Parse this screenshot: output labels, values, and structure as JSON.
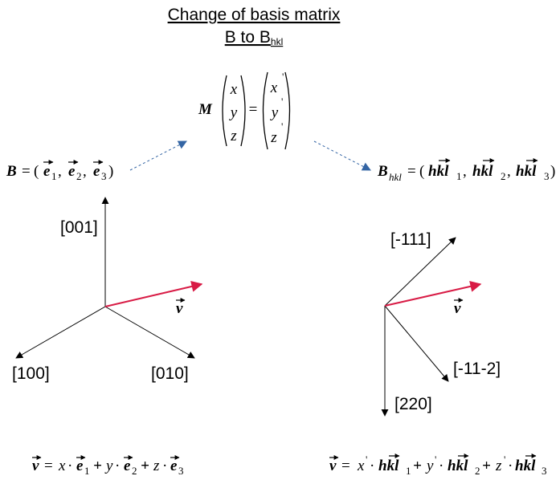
{
  "title": {
    "line1": "Change of basis matrix",
    "line2_main": "B to B",
    "line2_sub": "hkl"
  },
  "equations": {
    "matrix": {
      "M": "M",
      "x": "x",
      "y": "y",
      "z": "z",
      "xp": "x",
      "yp": "y",
      "zp": "z",
      "prime": "'",
      "eq": "="
    },
    "basis_left": {
      "B": "B",
      "eq": "=",
      "open": "(",
      "close": ")",
      "e": "e",
      "sub1": "1",
      "sub2": "2",
      "sub3": "3",
      "comma": ","
    },
    "basis_right": {
      "B": "B",
      "sub": "hkl",
      "eq": "=",
      "open": "(",
      "close": ")",
      "hkl": "hkl",
      "sub1": "1",
      "sub2": "2",
      "sub3": "3",
      "comma": ","
    },
    "v_left": {
      "v": "v",
      "eq": "=",
      "x": "x",
      "y": "y",
      "z": "z",
      "dot": "·",
      "plus": "+",
      "e": "e",
      "sub1": "1",
      "sub2": "2",
      "sub3": "3"
    },
    "v_right": {
      "v": "v",
      "eq": "=",
      "x": "x",
      "y": "y",
      "z": "z",
      "prime": "'",
      "dot": "·",
      "plus": "+",
      "hkl": "hkl",
      "sub1": "1",
      "sub2": "2",
      "sub3": "3"
    }
  },
  "left_frame": {
    "axis_up": "[001]",
    "axis_left": "[100]",
    "axis_right": "[010]",
    "vector_label": "v"
  },
  "right_frame": {
    "axis_up": "[-111]",
    "axis_mid": "[-11-2]",
    "axis_down": "[220]",
    "vector_label": "v"
  },
  "colors": {
    "axis": "#000000",
    "vector": "#d81b45",
    "arrow_dashed": "#3465a4"
  }
}
